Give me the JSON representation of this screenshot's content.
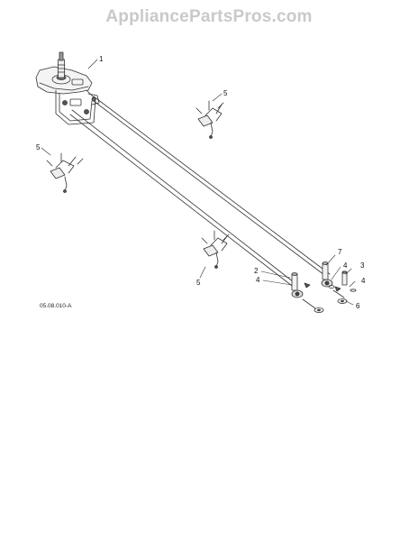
{
  "watermark": "AppliancePartsPros.com",
  "diagram_ref": "05.08.010-A",
  "callouts": {
    "c1": "1",
    "c2": "2",
    "c3": "3",
    "c4a": "4",
    "c4b": "4",
    "c4c": "4",
    "c5a": "5",
    "c5b": "5",
    "c5c": "5",
    "c6": "6",
    "c7": "7"
  },
  "colors": {
    "line": "#333333",
    "watermark": "#c9c9c9"
  }
}
